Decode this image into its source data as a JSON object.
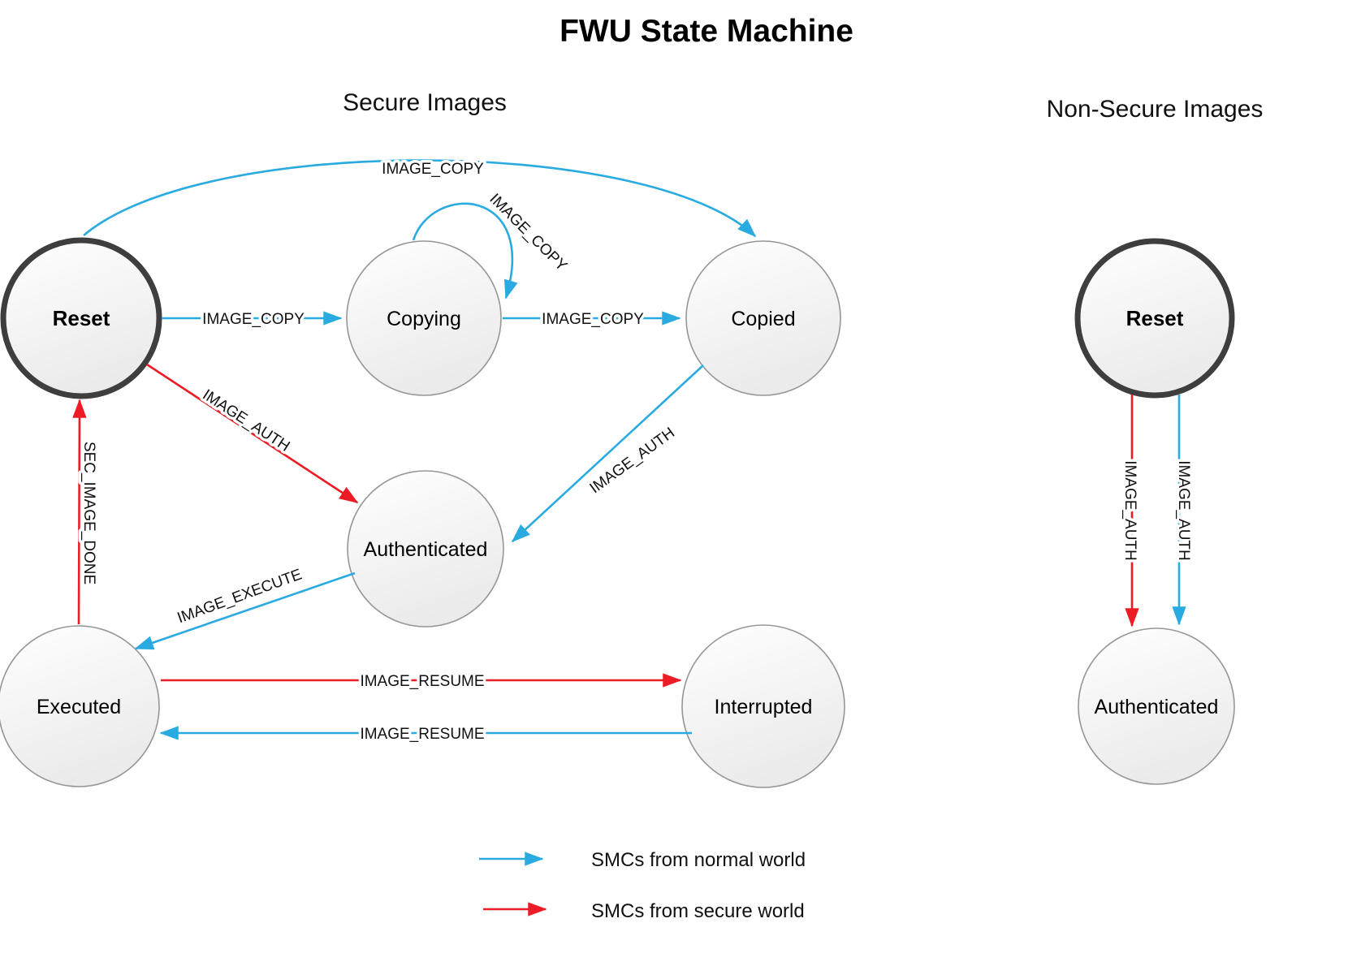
{
  "diagram": {
    "title": "FWU State Machine",
    "sections": {
      "secure": "Secure Images",
      "non_secure": "Non-Secure Images"
    },
    "states": {
      "secure_reset": "Reset",
      "copying": "Copying",
      "copied": "Copied",
      "secure_authenticated": "Authenticated",
      "executed": "Executed",
      "interrupted": "Interrupted",
      "ns_reset": "Reset",
      "ns_authenticated": "Authenticated"
    },
    "transitions": {
      "reset_to_copied": "IMAGE_COPY",
      "reset_to_copying": "IMAGE_COPY",
      "copying_self": "IMAGE_COPY",
      "copying_to_copied": "IMAGE_COPY",
      "copied_to_authenticated": "IMAGE_AUTH",
      "reset_to_authenticated": "IMAGE_AUTH",
      "authenticated_to_executed": "IMAGE_EXECUTE",
      "executed_to_reset": "SEC_IMAGE_DONE",
      "executed_to_interrupted": "IMAGE_RESUME",
      "interrupted_to_executed": "IMAGE_RESUME",
      "ns_reset_to_authenticated_secure": "IMAGE_AUTH",
      "ns_reset_to_authenticated_normal": "IMAGE_AUTH"
    },
    "legend": {
      "normal_world": "SMCs from normal world",
      "secure_world": "SMCs from secure world"
    },
    "colors": {
      "normal_world": "#29ABE2",
      "secure_world": "#ED1C24"
    }
  }
}
